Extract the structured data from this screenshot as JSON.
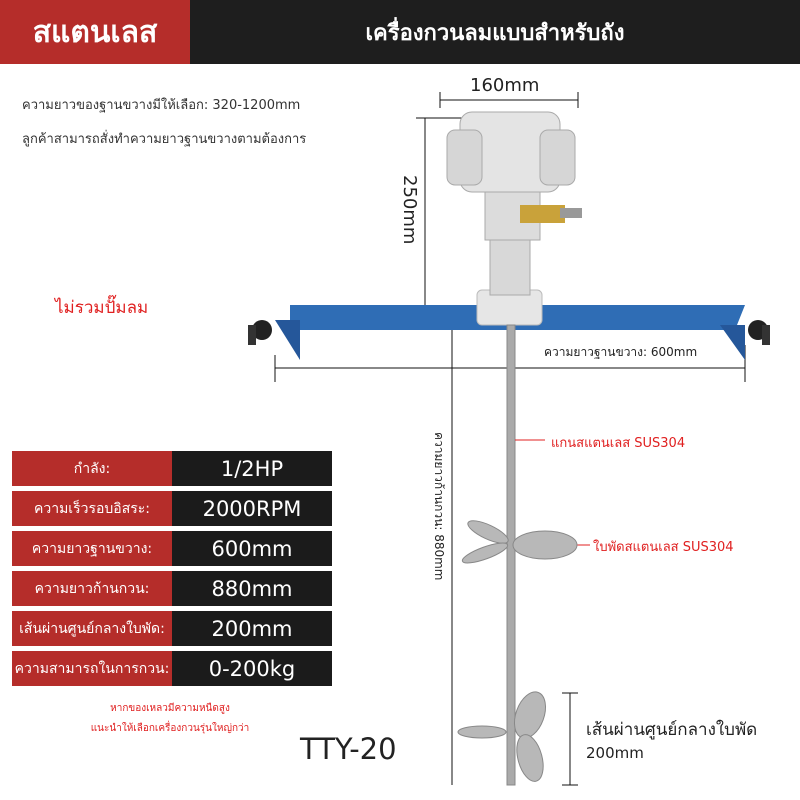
{
  "header": {
    "brand": "สแตนเลส",
    "title": "เครื่องกวนลมแบบสำหรับถัง"
  },
  "notes": {
    "line1": "ความยาวของฐานขวางมีให้เลือก: 320-1200mm",
    "line2": "ลูกค้าสามารถสั่งทำความยาวฐานขวางตามต้องการ",
    "no_pump": "ไม่รวมปั๊มลม"
  },
  "dimensions": {
    "width": "160mm",
    "height": "250mm",
    "base": "ความยาวฐานขวาง: 600mm",
    "shaft": "ความยาวก้านกวน: 880mm",
    "impeller": "เส้นผ่านศูนย์กลางใบพัด",
    "impeller_value": "200mm"
  },
  "callouts": {
    "shaft": "แกนสแตนเลส SUS304",
    "blade": "ใบพัดสแตนเลส SUS304"
  },
  "specs": [
    {
      "label": "กำลัง:",
      "value": "1/2HP"
    },
    {
      "label": "ความเร็วรอบอิสระ:",
      "value": "2000RPM"
    },
    {
      "label": "ความยาวฐานขวาง:",
      "value": "600mm"
    },
    {
      "label": "ความยาวก้านกวน:",
      "value": "880mm"
    },
    {
      "label": "เส้นผ่านศูนย์กลางใบพัด:",
      "value": "200mm"
    },
    {
      "label": "ความสามารถในการกวน:",
      "value": "0-200kg"
    }
  ],
  "warning": {
    "line1": "หากของเหลวมีความหนืดสูง",
    "line2": "แนะนำให้เลือกเครื่องกวนรุ่นใหญ่กว่า"
  },
  "model": "TTY-20",
  "colors": {
    "brand_red": "#b52d2a",
    "dark": "#1b1b1b",
    "base_blue": "#2f6db5",
    "accent_red": "#e02020"
  }
}
